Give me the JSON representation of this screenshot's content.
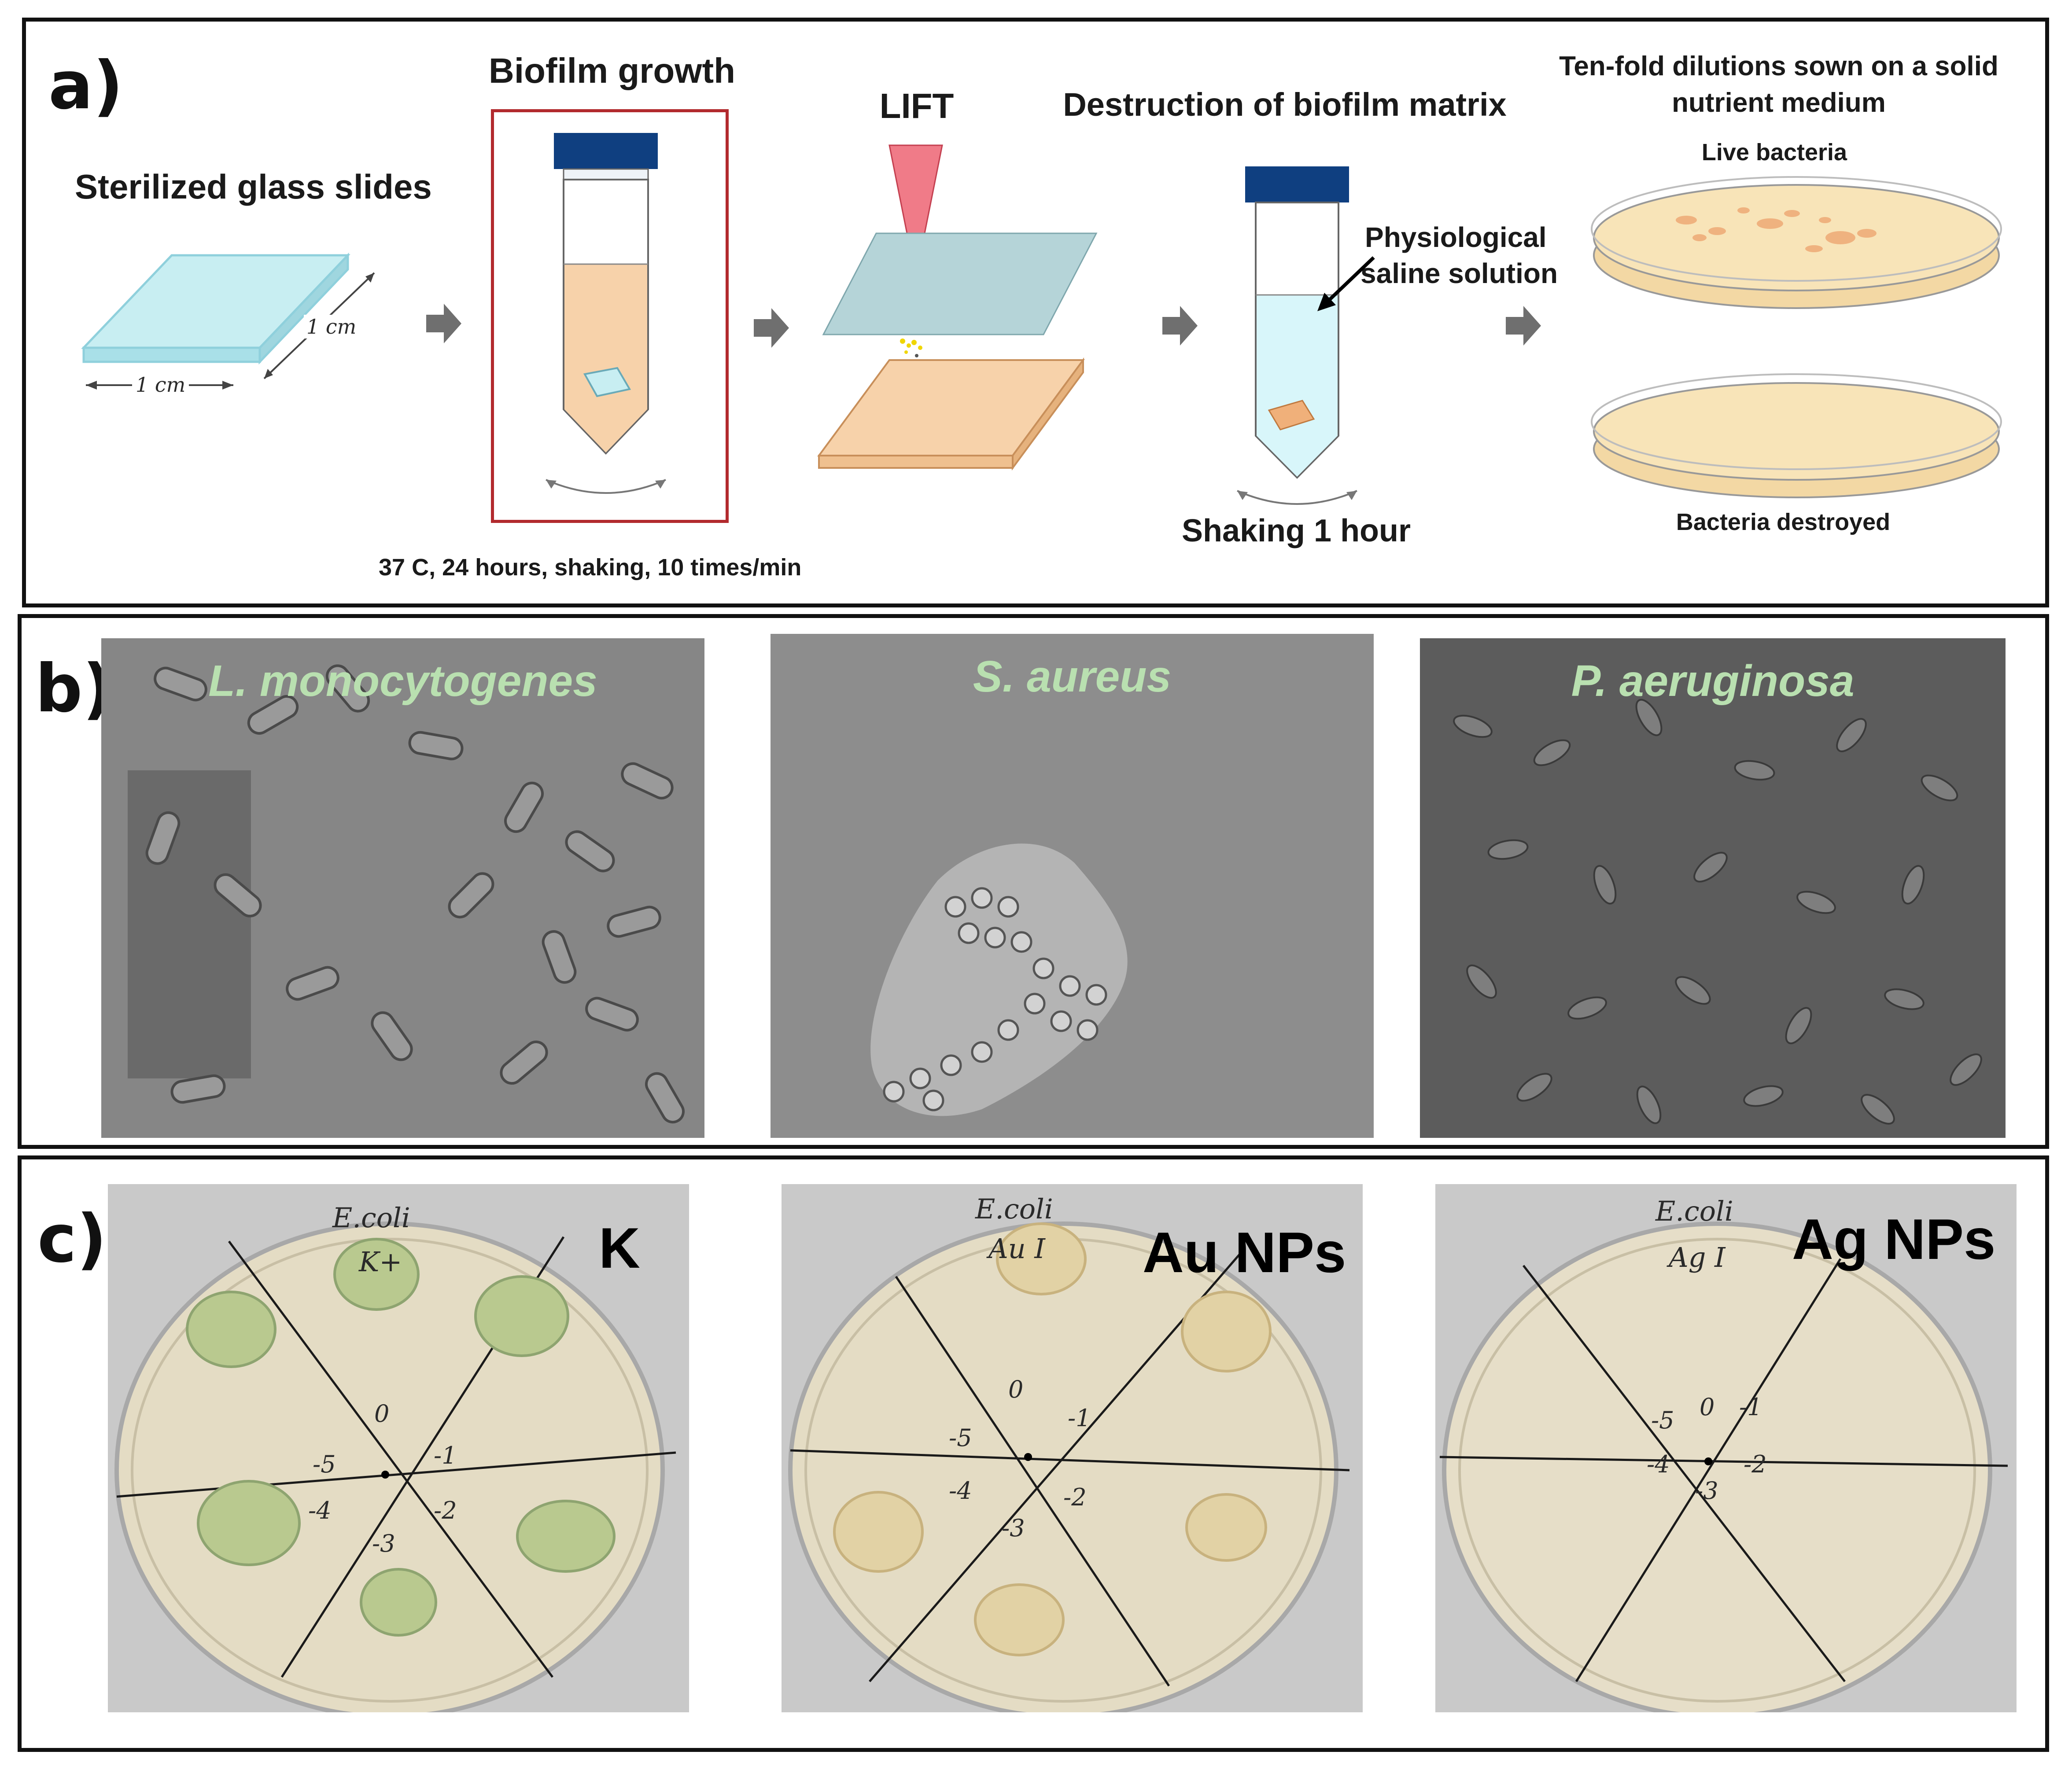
{
  "panels": {
    "a": {
      "letter": "a)"
    },
    "b": {
      "letter": "b)"
    },
    "c": {
      "letter": "c)"
    }
  },
  "panel_a": {
    "step1": {
      "title": "Sterilized glass slides",
      "dim_h": "1 cm",
      "dim_d": "1 cm"
    },
    "step2": {
      "title": "Biofilm growth",
      "caption": "37 C, 24 hours, shaking, 10 times/min"
    },
    "step3": {
      "title": "LIFT"
    },
    "step4": {
      "title": "Destruction of biofilm matrix",
      "saline_line1": "Physiological",
      "saline_line2": "saline solution",
      "caption": "Shaking 1 hour"
    },
    "step5": {
      "title_line1": "Ten-fold dilutions sown on a solid",
      "title_line2": "nutrient medium",
      "live": "Live bacteria",
      "destroyed": "Bacteria destroyed"
    },
    "colors": {
      "tube_cap": "#0f3f80",
      "medium": "#f7d2aa",
      "glass": "#bfe8ee",
      "laser": "#f07b88",
      "frame": "#b22a2e",
      "agar": "#f8e4b8",
      "colony": "#efb27f"
    }
  },
  "panel_b": {
    "images": [
      {
        "species": "L. monocytogenes"
      },
      {
        "species": "S.  aureus"
      },
      {
        "species": "P. aeruginosa"
      }
    ]
  },
  "panel_c": {
    "plates": [
      {
        "label": "K",
        "note1": "E.coli",
        "note2": "K+",
        "sectors": [
          "0",
          "-1",
          "-2",
          "-3",
          "-4",
          "-5"
        ]
      },
      {
        "label": "Au NPs",
        "note1": "E.coli",
        "note2": "Au I",
        "sectors": [
          "0",
          "-1",
          "-2",
          "-3",
          "-4",
          "-5"
        ]
      },
      {
        "label": "Ag NPs",
        "note1": "E.coli",
        "note2": "Ag I",
        "sectors": [
          "0",
          "-1",
          "-2",
          "-3",
          "-4",
          "-5"
        ]
      }
    ]
  }
}
